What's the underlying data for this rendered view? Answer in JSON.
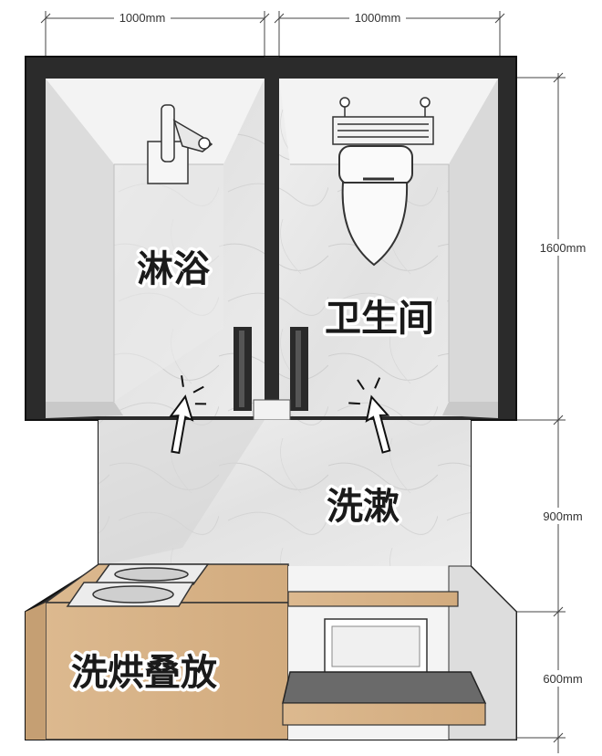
{
  "dimensions": {
    "top_left_width": "1000mm",
    "top_right_width": "1000mm",
    "right_height_toilet": "1600mm",
    "right_height_wash": "900mm",
    "right_height_laundry": "600mm"
  },
  "rooms": {
    "shower": "淋浴",
    "toilet": "卫生间",
    "washing": "洗漱",
    "laundry": "洗烘叠放"
  },
  "colors": {
    "wall": "#2b2b2b",
    "marble": "#e6e6e6",
    "wood": "#d8b48a",
    "background": "#ffffff"
  },
  "icons": [
    "cursor-arrow-icon",
    "cursor-arrow-icon"
  ]
}
